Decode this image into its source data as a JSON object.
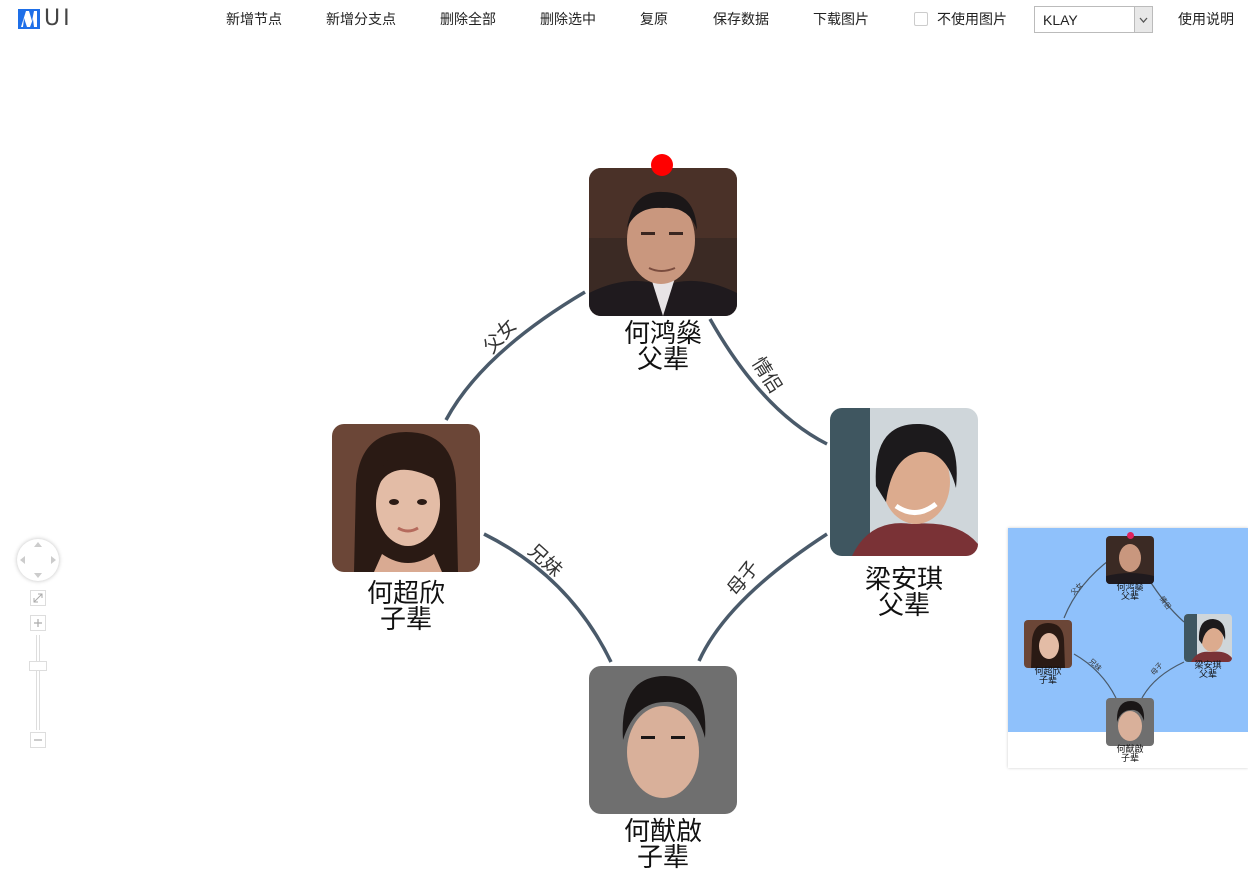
{
  "app": {
    "logo_text": "UI"
  },
  "toolbar": {
    "add_node": "新增节点",
    "add_branch": "新增分支点",
    "delete_all": "删除全部",
    "delete_selected": "删除选中",
    "restore": "复原",
    "save_data": "保存数据",
    "download_image": "下载图片",
    "no_image_label": "不使用图片",
    "no_image_checked": false,
    "layout_select_value": "KLAY",
    "help": "使用说明"
  },
  "graph": {
    "nodes": [
      {
        "id": "father",
        "name": "何鸿燊",
        "role": "父辈"
      },
      {
        "id": "daughter",
        "name": "何超欣",
        "role": "子辈"
      },
      {
        "id": "mother",
        "name": "梁安琪",
        "role": "父辈"
      },
      {
        "id": "son",
        "name": "何猷啟",
        "role": "子辈"
      }
    ],
    "edges": [
      {
        "label": "父女"
      },
      {
        "label": "情侣"
      },
      {
        "label": "兄妹"
      },
      {
        "label": "母子"
      }
    ]
  },
  "minimap": {
    "nodes": [
      {
        "name": "何鸿燊",
        "role": "父辈"
      },
      {
        "name": "何超欣",
        "role": "子辈"
      },
      {
        "name": "梁安琪",
        "role": "父辈"
      },
      {
        "name": "何猷啟",
        "role": "子辈"
      }
    ],
    "edges": [
      "父女",
      "情侣",
      "兄妹",
      "母子"
    ]
  },
  "colors": {
    "edge": "#4a5a6a",
    "marker": "#ff0000",
    "minimap_view": "#8fc1fb",
    "logo_blue": "#1e6fe8"
  }
}
